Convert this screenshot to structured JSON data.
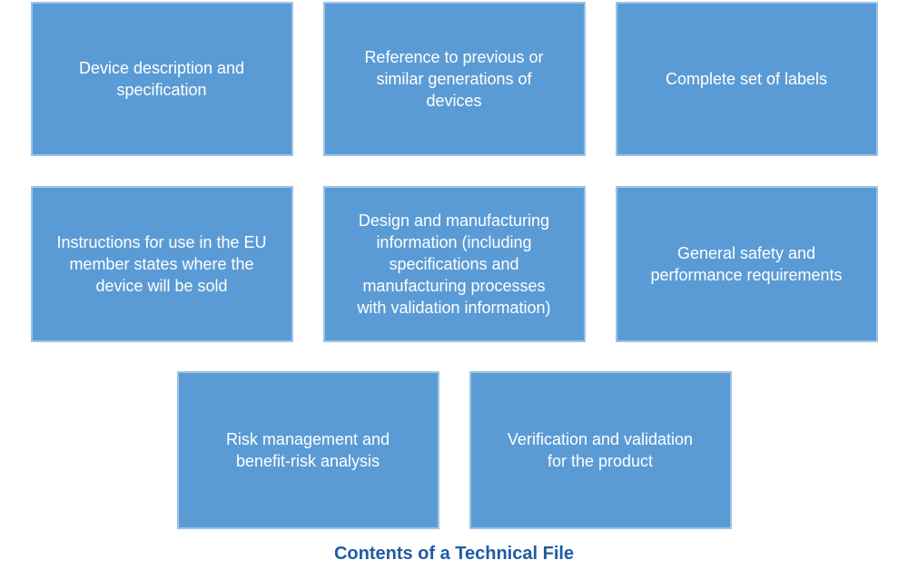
{
  "diagram": {
    "title": "Contents of a Technical File",
    "boxes": [
      {
        "label": "Device description and\nspecification"
      },
      {
        "label": "Reference to previous or\nsimilar generations of\ndevices"
      },
      {
        "label": "Complete set of labels"
      },
      {
        "label": "Instructions for use in the EU\nmember states where the\ndevice will be sold"
      },
      {
        "label": "Design and manufacturing\ninformation (including\nspecifications and\nmanufacturing processes\nwith validation information)"
      },
      {
        "label": "General safety and\nperformance requirements"
      },
      {
        "label": "Risk management and\nbenefit-risk analysis"
      },
      {
        "label": "Verification and validation\nfor the product"
      }
    ]
  },
  "colors": {
    "box_fill": "#5B9BD5",
    "box_border": "#9DC3E6",
    "box_text": "#FFFFFF",
    "title_text": "#1F5CA0",
    "page_background": "#FFFFFF"
  }
}
